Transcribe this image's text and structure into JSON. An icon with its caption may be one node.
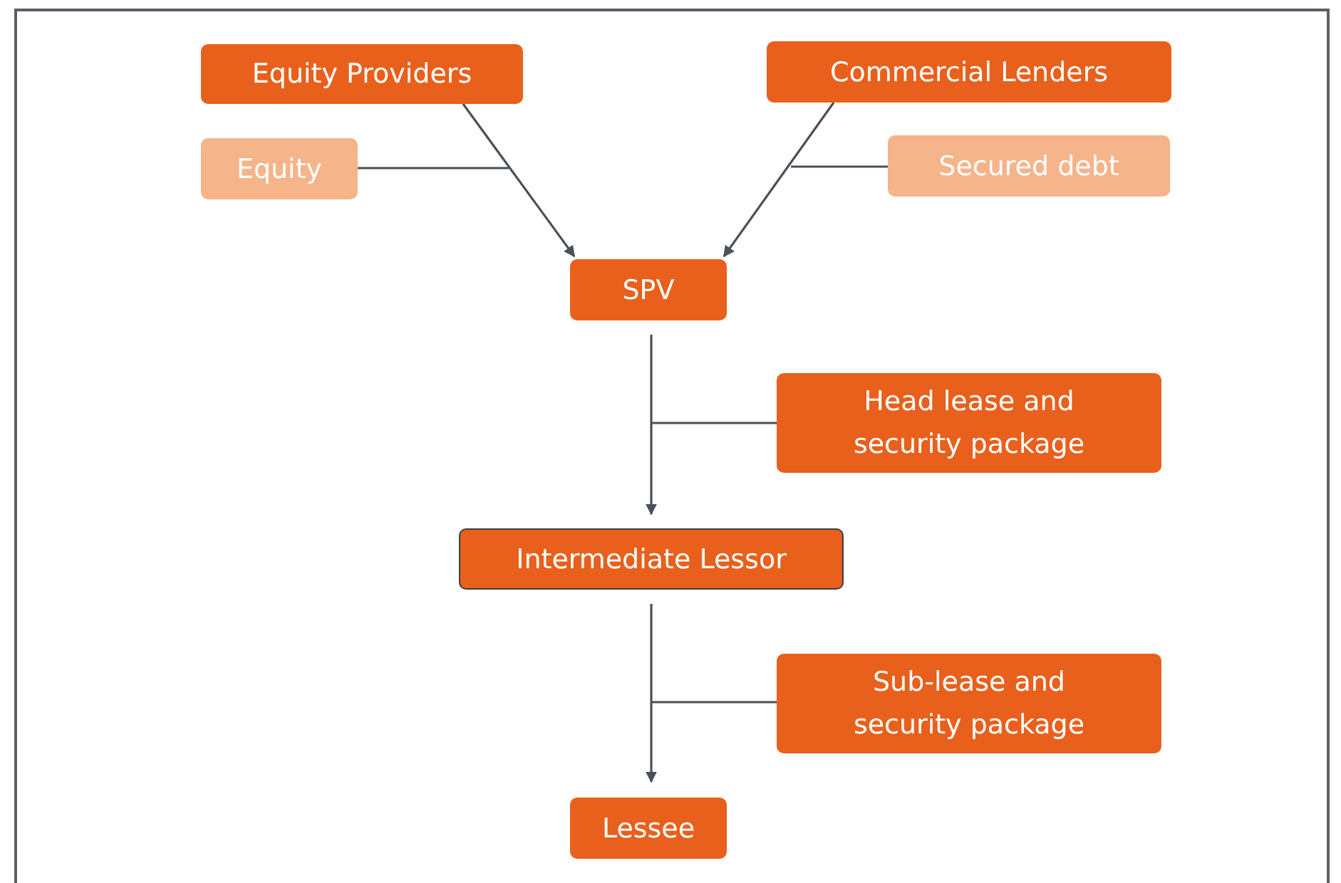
{
  "diagram": {
    "nodes": [
      {
        "text": [
          "Equity Providers"
        ]
      },
      {
        "text": [
          "Equity"
        ]
      },
      {
        "text": [
          "Commercial Lenders"
        ]
      },
      {
        "text": [
          "Secured debt"
        ]
      },
      {
        "text": [
          "SPV"
        ]
      },
      {
        "text": [
          "Head lease and security package"
        ]
      },
      {
        "text": [
          "Intermediate Lessor"
        ]
      },
      {
        "text": [
          "Sub-lease and security package"
        ]
      },
      {
        "text": [
          "Lessee"
        ]
      }
    ],
    "edges": [
      {
        "from": 0,
        "to": 4,
        "arrow": "to"
      },
      {
        "from": 2,
        "to": 4,
        "arrow": "to"
      },
      {
        "from": 1,
        "to": null,
        "arrow": "none"
      },
      {
        "from": 3,
        "to": null,
        "arrow": "none"
      },
      {
        "from": 4,
        "to": 6,
        "arrow": "to"
      },
      {
        "from": 5,
        "to": null,
        "arrow": "none"
      },
      {
        "from": 6,
        "to": 8,
        "arrow": "to"
      },
      {
        "from": 7,
        "to": null,
        "arrow": "none"
      }
    ]
  }
}
